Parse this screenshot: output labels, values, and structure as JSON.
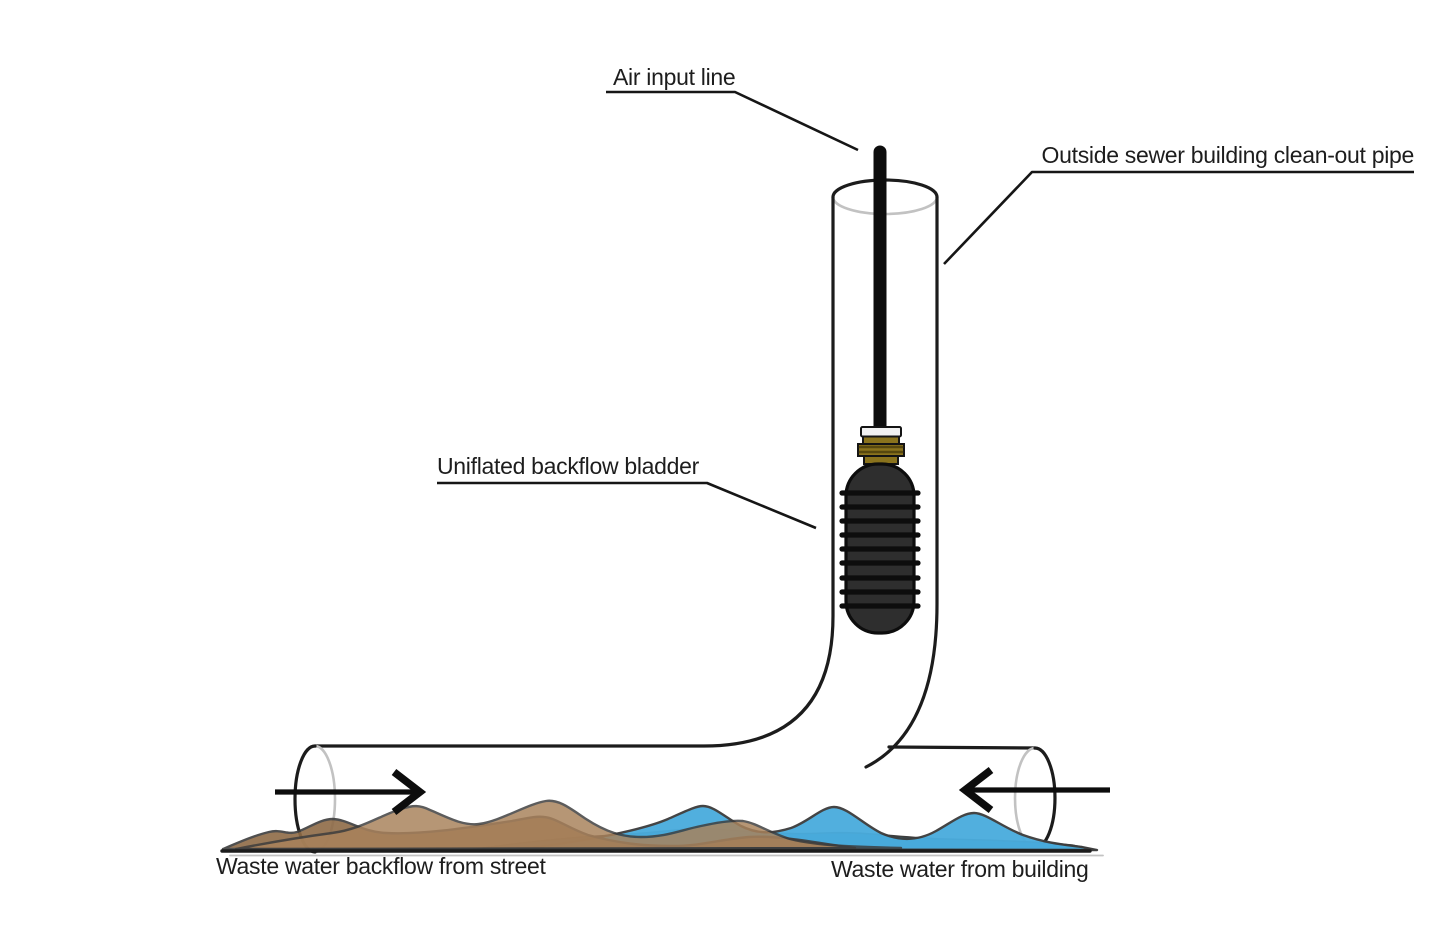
{
  "labels": {
    "air_input_line": "Air input line",
    "cleanout_pipe": "Outside sewer building clean-out pipe",
    "backflow_bladder": "Uniflated backflow bladder",
    "waste_backflow_street": "Waste water backflow from street",
    "waste_from_building": "Waste water from building"
  },
  "colors": {
    "outline": "#1c1c1c",
    "pipe_back_edge": "#c2c2c2",
    "air_line": "#0d0d0d",
    "collar": "#f1f1f1",
    "brass_fitting": "#8a731d",
    "brass_band": "#57480f",
    "bladder_body": "#2e2e2e",
    "bladder_rib": "#0d0d0d",
    "water_blue_light": "#4aacdd",
    "water_blue_dark": "#2f8db3",
    "water_brown_light": "#a9825b",
    "water_brown_dark": "#8f6b47",
    "wave_outline": "#3d3d3d",
    "arrow": "#0d0d0d",
    "text": "#1d1d1d"
  }
}
